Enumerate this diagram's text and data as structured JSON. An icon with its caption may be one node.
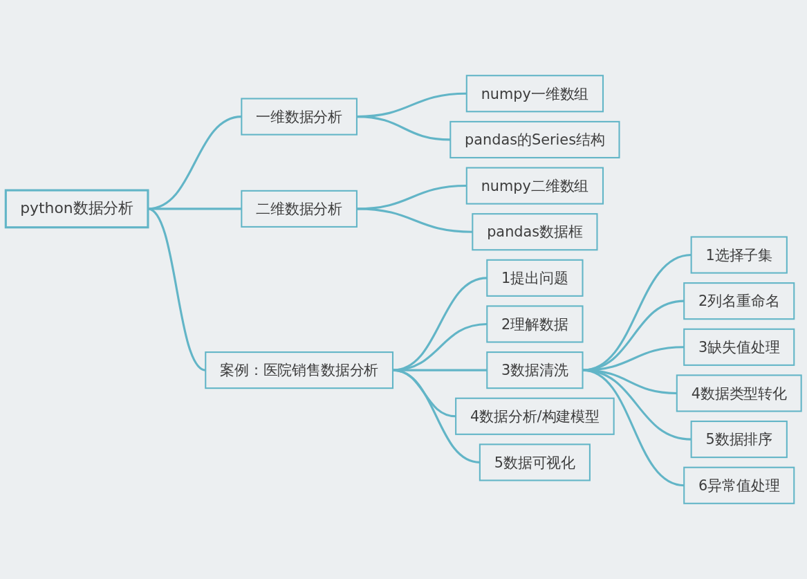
{
  "diagram": {
    "nodes": [
      {
        "text": [
          "python数据分析"
        ]
      },
      {
        "text": [
          "一维数据分析"
        ]
      },
      {
        "text": [
          "numpy一维数组"
        ]
      },
      {
        "text": [
          "pandas的Series结构"
        ]
      },
      {
        "text": [
          "二维数据分析"
        ]
      },
      {
        "text": [
          "numpy二维数组"
        ]
      },
      {
        "text": [
          "pandas数据框"
        ]
      },
      {
        "text": [
          "案例：医院销售数据分析"
        ]
      },
      {
        "text": [
          "1提出问题"
        ]
      },
      {
        "text": [
          "2理解数据"
        ]
      },
      {
        "text": [
          "3数据清洗"
        ]
      },
      {
        "text": [
          "1选择子集"
        ]
      },
      {
        "text": [
          "2列名重命名"
        ]
      },
      {
        "text": [
          "3缺失值处理"
        ]
      },
      {
        "text": [
          "4数据类型转化"
        ]
      },
      {
        "text": [
          "5数据排序"
        ]
      },
      {
        "text": [
          "6异常值处理"
        ]
      },
      {
        "text": [
          "4数据分析/构建模型"
        ]
      },
      {
        "text": [
          "5数据可视化"
        ]
      }
    ],
    "edges": [
      {
        "from": 0,
        "to": 1,
        "arrow": "none"
      },
      {
        "from": 1,
        "to": 2,
        "arrow": "none"
      },
      {
        "from": 1,
        "to": 3,
        "arrow": "none"
      },
      {
        "from": 0,
        "to": 4,
        "arrow": "none"
      },
      {
        "from": 4,
        "to": 5,
        "arrow": "none"
      },
      {
        "from": 4,
        "to": 6,
        "arrow": "none"
      },
      {
        "from": 0,
        "to": 7,
        "arrow": "none"
      },
      {
        "from": 7,
        "to": 8,
        "arrow": "none"
      },
      {
        "from": 7,
        "to": 9,
        "arrow": "none"
      },
      {
        "from": 7,
        "to": 10,
        "arrow": "none"
      },
      {
        "from": 10,
        "to": 11,
        "arrow": "none"
      },
      {
        "from": 10,
        "to": 12,
        "arrow": "none"
      },
      {
        "from": 10,
        "to": 13,
        "arrow": "none"
      },
      {
        "from": 10,
        "to": 14,
        "arrow": "none"
      },
      {
        "from": 10,
        "to": 15,
        "arrow": "none"
      },
      {
        "from": 10,
        "to": 16,
        "arrow": "none"
      },
      {
        "from": 7,
        "to": 17,
        "arrow": "none"
      },
      {
        "from": 7,
        "to": 18,
        "arrow": "none"
      }
    ]
  }
}
